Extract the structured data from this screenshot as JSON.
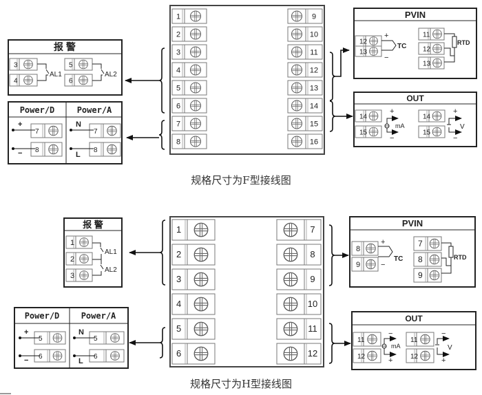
{
  "diagrams": [
    {
      "id": "F",
      "caption": "规格尺寸为F型接线图",
      "terminals_left": [
        "1",
        "2",
        "3",
        "4",
        "5",
        "6",
        "7",
        "8"
      ],
      "terminals_right": [
        "9",
        "10",
        "11",
        "12",
        "13",
        "14",
        "15",
        "16"
      ],
      "alarm": {
        "title": "报  警",
        "pins": [
          "3",
          "4",
          "5",
          "6"
        ],
        "labels": [
          "AL1",
          "AL2"
        ]
      },
      "power": {
        "d_title": "Power/D",
        "a_title": "Power/A",
        "d_pins": [
          "7",
          "8"
        ],
        "a_pins": [
          "7",
          "8"
        ],
        "d_marks": [
          "+",
          "−"
        ],
        "a_marks": [
          "N",
          "L"
        ]
      },
      "pvin": {
        "title": "PVIN",
        "tc_pins": [
          "12",
          "13"
        ],
        "tc_label": "TC",
        "tc_marks": [
          "+",
          "−"
        ],
        "rtd_pins": [
          "11",
          "12",
          "13"
        ],
        "rtd_label": "RTD"
      },
      "out": {
        "title": "OUT",
        "ma_pins": [
          "14",
          "15"
        ],
        "ma_label": "mA",
        "ma_marks": [
          "+",
          "−"
        ],
        "v_pins": [
          "14",
          "15"
        ],
        "v_label": "V",
        "v_marks": [
          "+",
          "−"
        ]
      }
    },
    {
      "id": "H",
      "caption": "规格尺寸为H型接线图",
      "terminals_left": [
        "1",
        "2",
        "3",
        "4",
        "5",
        "6"
      ],
      "terminals_right": [
        "7",
        "8",
        "9",
        "10",
        "11",
        "12"
      ],
      "alarm": {
        "title": "报  警",
        "pins": [
          "1",
          "2",
          "3"
        ],
        "labels": [
          "AL1",
          "AL2"
        ]
      },
      "power": {
        "d_title": "Power/D",
        "a_title": "Power/A",
        "d_pins": [
          "5",
          "6"
        ],
        "a_pins": [
          "5",
          "6"
        ],
        "d_marks": [
          "+",
          "−"
        ],
        "a_marks": [
          "N",
          "L"
        ]
      },
      "pvin": {
        "title": "PVIN",
        "tc_pins": [
          "8",
          "9"
        ],
        "tc_label": "TC",
        "tc_marks": [
          "+",
          "−"
        ],
        "rtd_pins": [
          "7",
          "8",
          "9"
        ],
        "rtd_label": "RTD"
      },
      "out": {
        "title": "OUT",
        "ma_pins": [
          "11",
          "12"
        ],
        "ma_label": "mA",
        "ma_marks": [
          "−",
          "+"
        ],
        "v_pins": [
          "11",
          "12"
        ],
        "v_label": "V",
        "v_marks": [
          "−",
          "+"
        ]
      }
    }
  ]
}
